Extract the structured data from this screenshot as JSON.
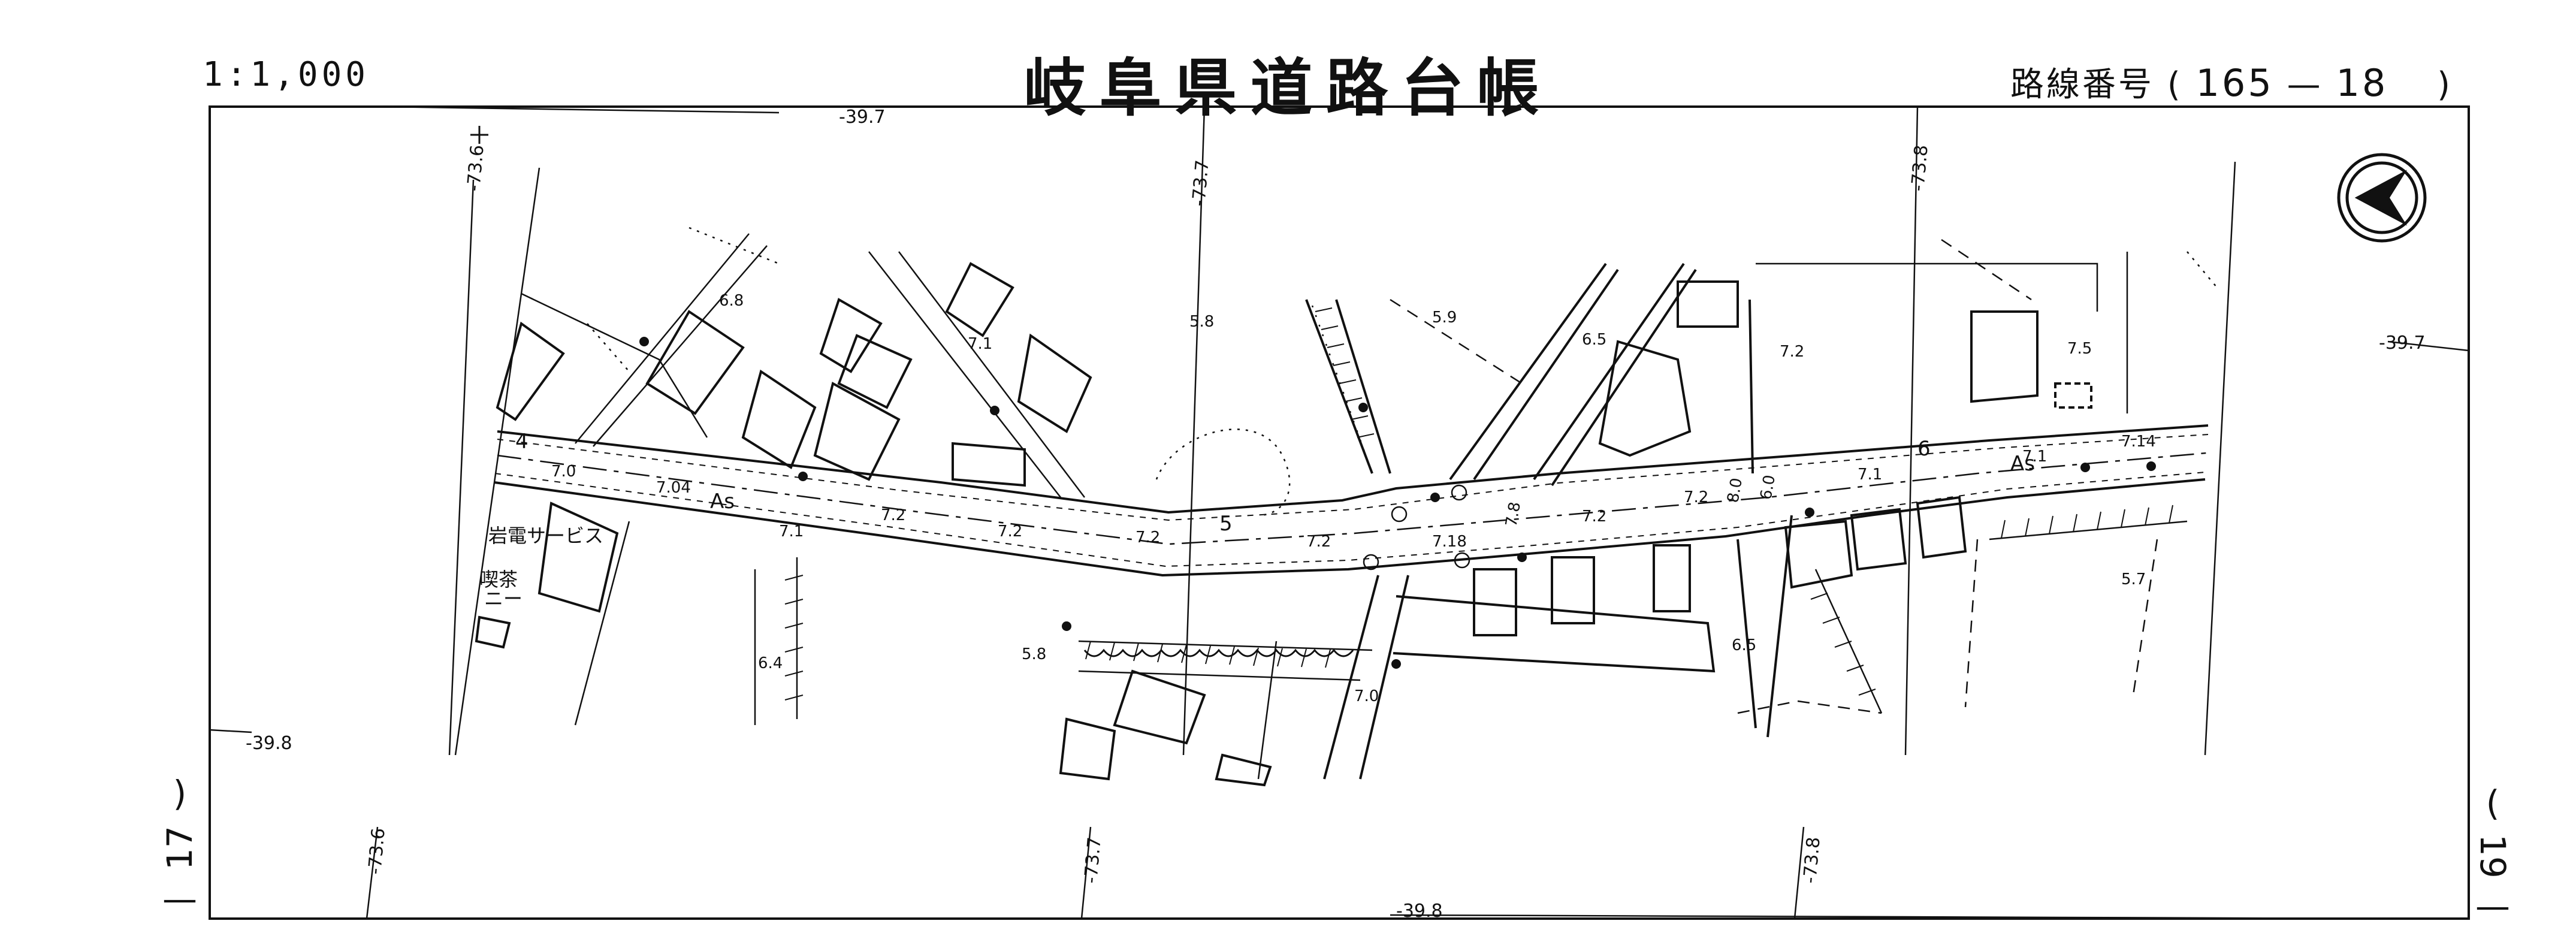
{
  "header": {
    "scale": "1:1,000",
    "title": "岐阜県道路台帳",
    "route_label": "路線番号",
    "route_number": "165",
    "route_sub": "18"
  },
  "frame": {
    "coords": {
      "top_left": "-39.7",
      "right_edge": "-39.7",
      "left_edge": "-39.8",
      "bottom_center": "-39.8",
      "vert_1": "-73.6",
      "vert_2": "-73.7",
      "vert_3": "-73.8",
      "bottom_1": "-73.6",
      "bottom_2": "-73.7",
      "bottom_3": "-73.8"
    },
    "sheet_left": "17",
    "sheet_right": "19"
  },
  "road": {
    "surface": "As",
    "surface_2": "As",
    "station_4": "4",
    "station_5": "5",
    "station_6": "6"
  },
  "elevations": [
    "7.0",
    "7.04",
    "7.1",
    "7.2",
    "7.2",
    "7.2",
    "7.2",
    "7.2",
    "7.2",
    "7.18",
    "7.8",
    "8.0",
    "6.0",
    "7.1",
    "7.14",
    "6.8",
    "7.1",
    "5.8",
    "5.9",
    "6.5",
    "7.2",
    "7.5",
    "6.4",
    "5.8",
    "7.0",
    "6.5",
    "5.7",
    "7.1"
  ],
  "labels": {
    "business_1": "岩電サービス",
    "business_2a": "喫茶",
    "business_2b": "ニー"
  }
}
